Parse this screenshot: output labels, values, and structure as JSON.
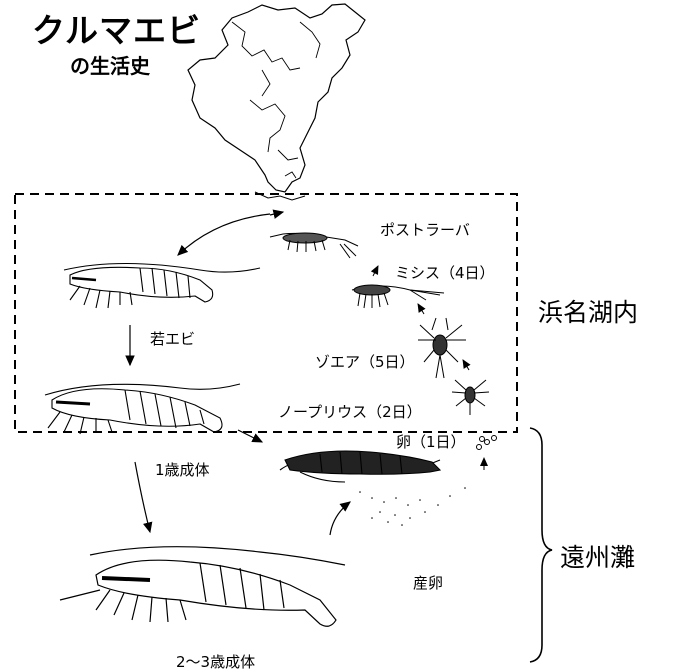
{
  "title": "クルマエビ",
  "subtitle": "の生活史",
  "stages": {
    "postlarva": "ポストラーバ",
    "mysis": "ミシス（4日）",
    "zoea": "ゾエア（5日）",
    "nauplius": "ノープリウス（2日）",
    "egg": "卵（1日）",
    "juvenile": "若エビ",
    "adult1": "1歳成体",
    "adult23": "2～3歳成体",
    "spawning": "産卵"
  },
  "regions": {
    "lake": "浜名湖内",
    "sea": "遠州灘"
  },
  "colors": {
    "ink": "#000000",
    "background": "#ffffff"
  }
}
